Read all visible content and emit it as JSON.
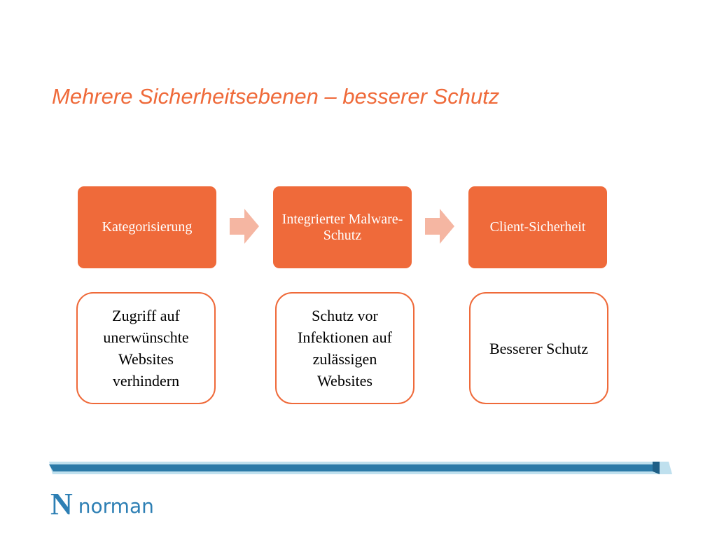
{
  "title": "Mehrere Sicherheitsebenen – besserer Schutz",
  "steps": [
    {
      "label": "Kategorisierung"
    },
    {
      "label": "Integrierter Malware-Schutz"
    },
    {
      "label": "Client-Sicherheit"
    }
  ],
  "cards": [
    {
      "text": "Zugriff auf unerwünschte Websites verhindern"
    },
    {
      "text": "Schutz vor Infektionen auf zulässigen Websites"
    },
    {
      "text": "Besserer Schutz"
    }
  ],
  "logo": {
    "letter": "N",
    "text": "norman"
  },
  "colors": {
    "accent": "#ef6a3a",
    "arrow": "#f5b6a2",
    "bar_light": "#bfe0ee",
    "bar_dark": "#2b7aa8",
    "logo": "#2d7fb4"
  },
  "icons": [
    "right-arrow-icon",
    "norman-logo"
  ]
}
